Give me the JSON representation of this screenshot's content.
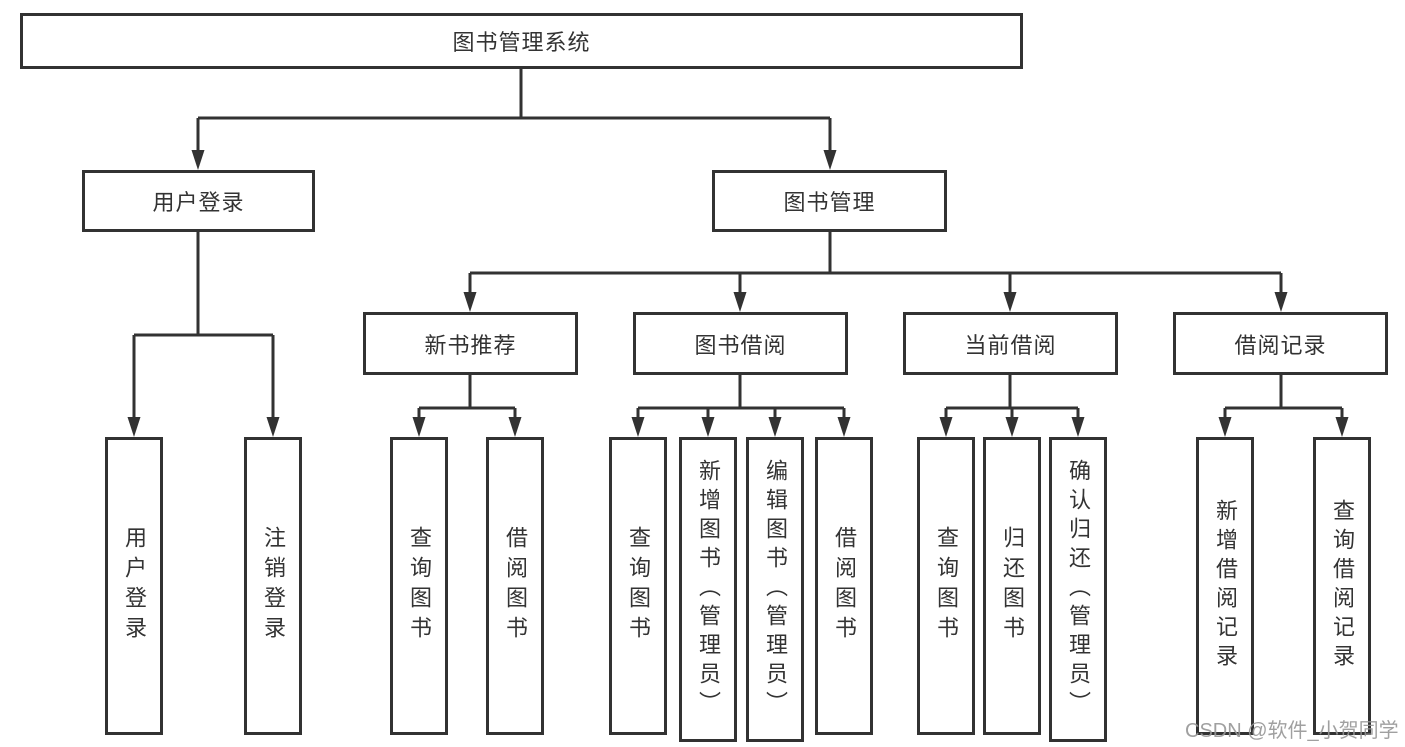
{
  "diagram": {
    "type": "hierarchy-tree",
    "colors": {
      "line": "#323232",
      "border": "#323232",
      "text": "#333333",
      "background": "#ffffff",
      "watermark": "#969696"
    },
    "tree": {
      "label": "图书管理系统",
      "children": [
        {
          "label": "用户登录",
          "children": [
            {
              "label": "用户登录"
            },
            {
              "label": "注销登录"
            }
          ]
        },
        {
          "label": "图书管理",
          "children": [
            {
              "label": "新书推荐",
              "children": [
                {
                  "label": "查询图书"
                },
                {
                  "label": "借阅图书"
                }
              ]
            },
            {
              "label": "图书借阅",
              "children": [
                {
                  "label": "查询图书"
                },
                {
                  "label": "新增图书（管理员）"
                },
                {
                  "label": "编辑图书（管理员）"
                },
                {
                  "label": "借阅图书"
                }
              ]
            },
            {
              "label": "当前借阅",
              "children": [
                {
                  "label": "查询图书"
                },
                {
                  "label": "归还图书"
                },
                {
                  "label": "确认归还（管理员）"
                }
              ]
            },
            {
              "label": "借阅记录",
              "children": [
                {
                  "label": "新增借阅记录"
                },
                {
                  "label": "查询借阅记录"
                }
              ]
            }
          ]
        }
      ]
    },
    "watermark": {
      "text": "CSDN @软件_小贺同学"
    }
  }
}
